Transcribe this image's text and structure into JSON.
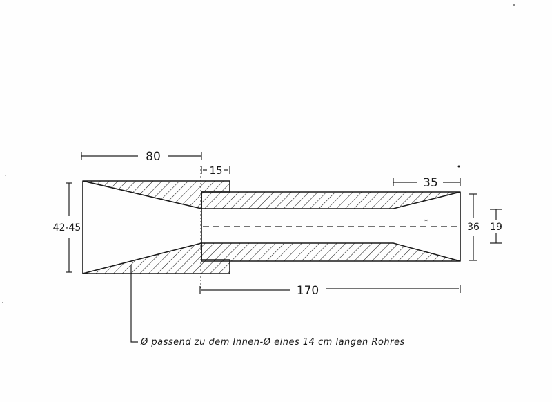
{
  "dimensions": {
    "length_funnel": "80",
    "length_overlap": "15",
    "length_taper": "35",
    "outer_diameter_funnel": "42-45",
    "outer_diameter_tube": "36",
    "inner_diameter_tube": "19",
    "length_tube": "170"
  },
  "annotation": {
    "note": "Ø passend zu dem Innen-Ø eines 14 cm langen Rohres"
  },
  "colors": {
    "ink": "#1a1a1a",
    "paper": "#fefefe"
  }
}
